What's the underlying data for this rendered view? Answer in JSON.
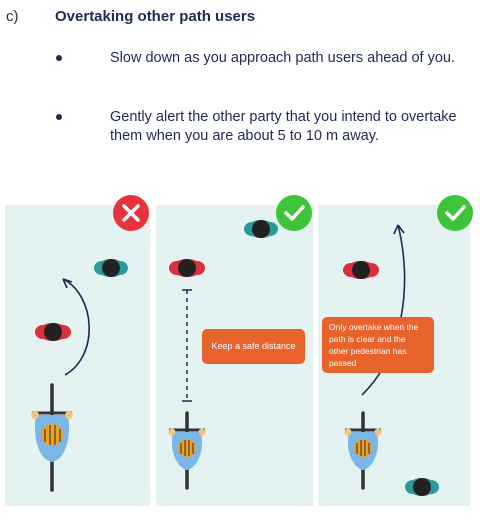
{
  "section": {
    "letter": "c)",
    "title": "Overtaking other path users"
  },
  "bullets": [
    "Slow down as you approach path users ahead of you.",
    "Gently alert the other party that you intend to overtake them when you are about 5 to 10 m away."
  ],
  "panels": [
    {
      "status": "incorrect",
      "icon": "cross-icon"
    },
    {
      "status": "correct",
      "icon": "check-icon",
      "callout": "Keep a safe distance"
    },
    {
      "status": "correct",
      "icon": "check-icon",
      "callout": "Only overtake when the path is clear and the other pedestrian has passed"
    }
  ],
  "colors": {
    "text": "#1f2a55",
    "panel_bg": "#e5f2f2",
    "callout": "#e8632b",
    "incorrect": "#e8323c",
    "correct": "#3ec43a",
    "arrow": "#1f2a55"
  }
}
